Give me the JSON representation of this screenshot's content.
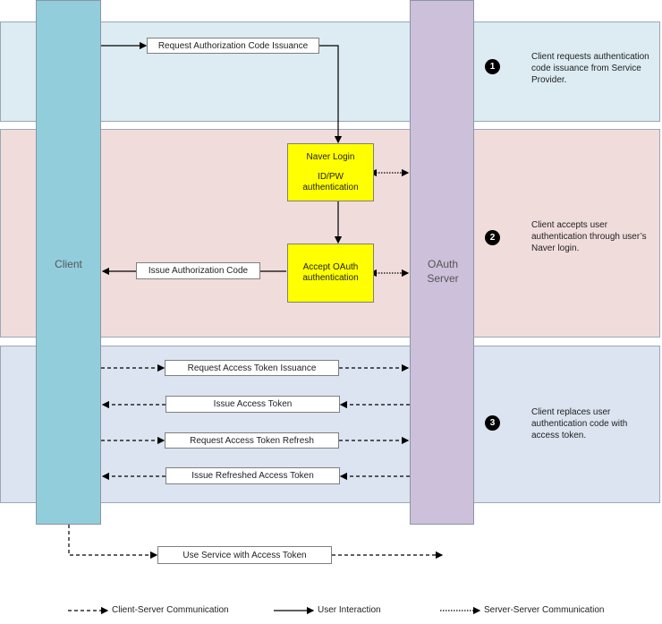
{
  "lanes": {
    "client": "Client",
    "server": "OAuth Server"
  },
  "boxes": {
    "request_auth_code": "Request Authorization Code Issuance",
    "naver_login_title": "Naver Login",
    "naver_login_sub": "ID/PW authentication",
    "accept_oauth": "Accept OAuth authentication",
    "issue_auth_code": "Issue Authorization Code",
    "request_token": "Request Access Token Issuance",
    "issue_token": "Issue Access Token",
    "request_refresh": "Request Access Token Refresh",
    "issue_refreshed": "Issue Refreshed Access Token",
    "use_service": "Use Service with Access Token"
  },
  "steps": [
    {
      "number": "1",
      "text": "Client requests authentication code issuance from Service Provider."
    },
    {
      "number": "2",
      "text": "Client accepts user authentication through user’s Naver login."
    },
    {
      "number": "3",
      "text": "Client replaces user authentication code with access token."
    }
  ],
  "legend": {
    "client_server": "Client-Server Communication",
    "user_interaction": "User Interaction",
    "server_server": "Server-Server Communication"
  },
  "colors": {
    "band1": "#dcecf2",
    "band2": "#f1dcdc",
    "band3": "#dbe4f0",
    "client_lane": "#92cddc",
    "server_lane": "#ccc0da",
    "highlight": "#ffff00"
  }
}
